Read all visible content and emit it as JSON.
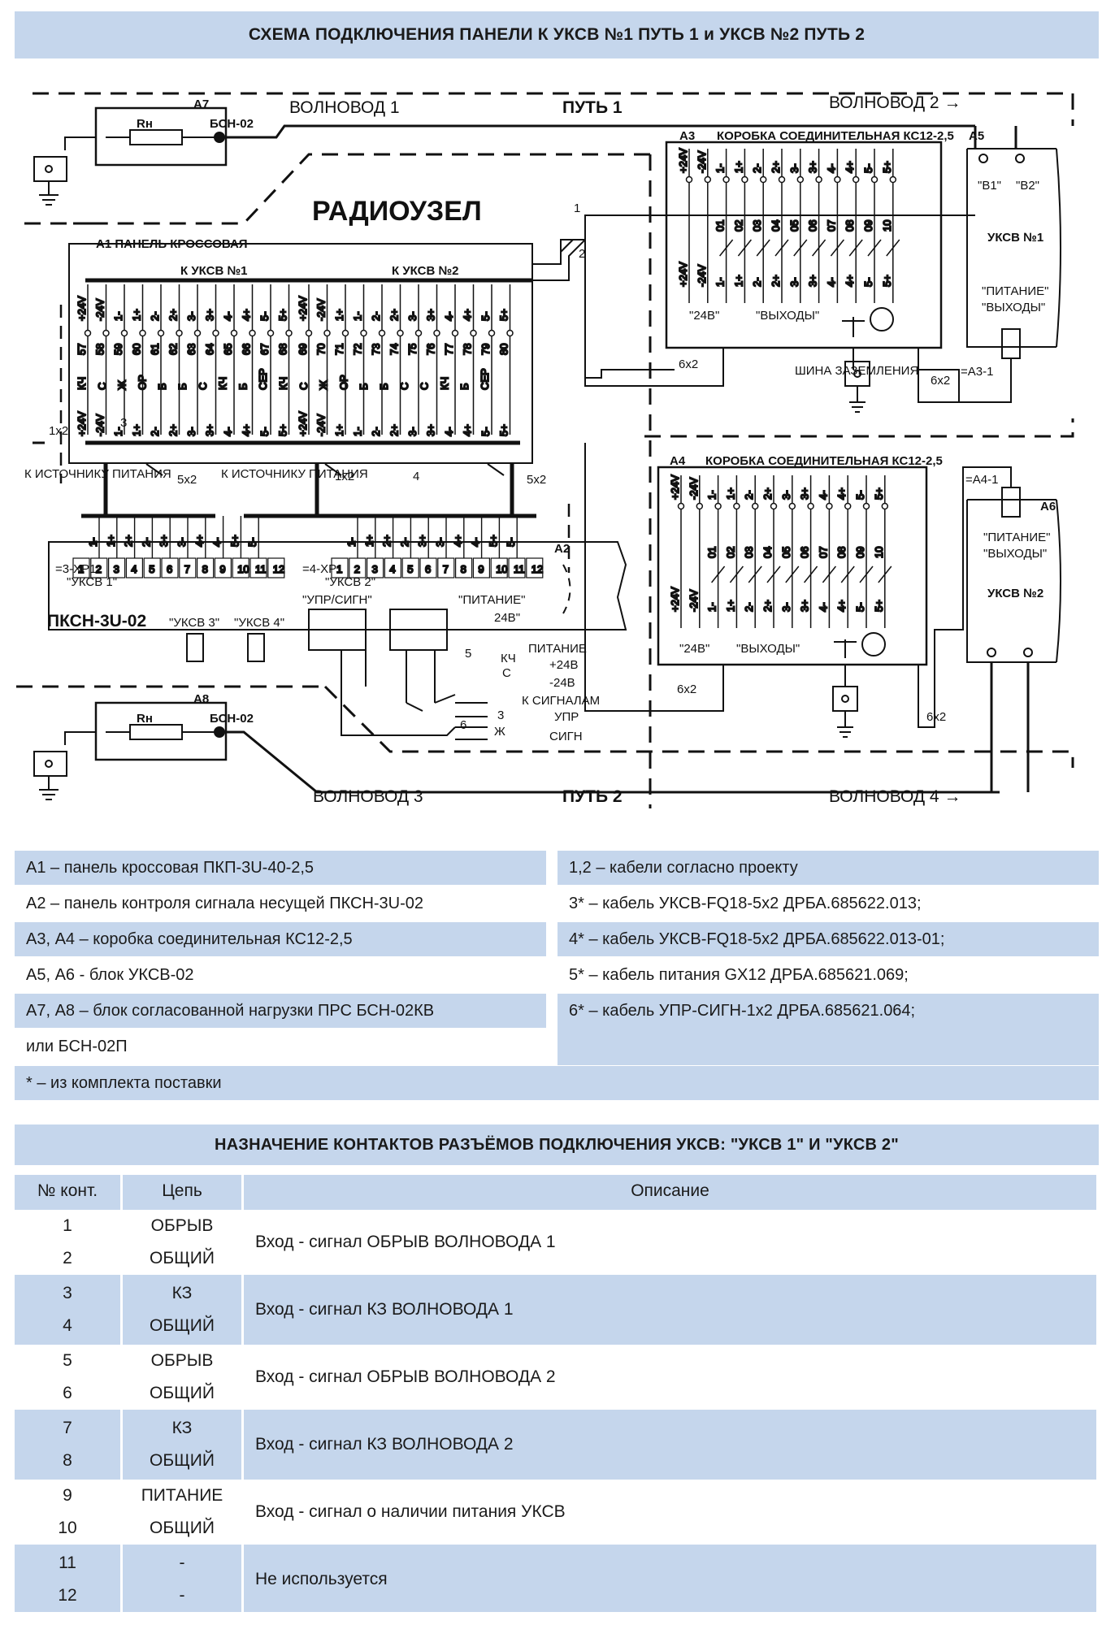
{
  "header": {
    "title": "СХЕМА ПОДКЛЮЧЕНИЯ ПАНЕЛИ К УКСВ №1 ПУТЬ 1 и УКСВ №2 ПУТЬ 2"
  },
  "diagram": {
    "a7_label": "А7",
    "a8_label": "А8",
    "rn": "Rн",
    "bsn": "БСН-02",
    "waveguide1": "ВОЛНОВОД 1",
    "waveguide2": "ВОЛНОВОД 2 →",
    "waveguide3": "ВОЛНОВОД 3",
    "waveguide4": "ВОЛНОВОД 4 →",
    "path1": "ПУТЬ 1",
    "path2": "ПУТЬ 2",
    "radiouzel": "РАДИОУЗЕЛ",
    "a1_label": "А1   ПАНЕЛЬ КРОССОВАЯ",
    "to_uksv1": "К УКСВ №1",
    "to_uksv2": "К УКСВ №2",
    "cable1": "1",
    "cable2": "2",
    "cable3": "3",
    "cable4": "4",
    "cable5": "5",
    "cable6": "6",
    "x1x2": "1х2",
    "x5x2": "5х2",
    "x6x2": "6х2",
    "to_power": "К ИСТОЧНИКУ ПИТАНИЯ",
    "a3_label": "А3",
    "a3_box": "КОРОБКА СОЕДИНИТЕЛЬНАЯ КС12-2,5",
    "a4_label": "А4",
    "a4_box": "КОРОБКА СОЕДИНИТЕЛЬНАЯ КС12-2,5",
    "a5_label": "А5",
    "a6_label": "А6",
    "b1": "\"В1\"",
    "b2": "\"В2\"",
    "uksv1": "УКСВ №1",
    "uksv2": "УКСВ №2",
    "pitanie_q": "\"ПИТАНИЕ\"",
    "vyhody_q": "\"ВЫХОДЫ\"",
    "v24_q": "\"24В\"",
    "ground_bus": "ШИНА ЗАЗЕМЛЕНИЯ",
    "a3_1": "=А3-1",
    "a4_1": "=А4-1",
    "a2_label": "А2",
    "xp1_3": "=3-XP1",
    "xp1_4": "=4-XP1",
    "uksv1_conn": "\"УКСВ 1\"",
    "uksv2_conn": "\"УКСВ 2\"",
    "uksv3_conn": "\"УКСВ 3\"",
    "uksv4_conn": "\"УКСВ 4\"",
    "pksn": "ПКСН-3U-02",
    "upr_sign": "\"УПР/СИГН\"",
    "pitanie_24": "\"ПИТАНИЕ\"",
    "v24": "24В\"",
    "power_label": "ПИТАНИЕ",
    "plus24": "+24В",
    "minus24": "-24В",
    "kch": "КЧ",
    "c": "С",
    "zh": "Ж",
    "three": "3",
    "to_signals": "К СИГНАЛАМ",
    "upr": "УПР",
    "sign": "СИГН",
    "a1_top_pins": [
      "+24V",
      "-24V",
      "1-",
      "1+",
      "2-",
      "2+",
      "3-",
      "3+",
      "4-",
      "4+",
      "5-",
      "5+",
      "+24V",
      "-24V",
      "1+",
      "1-",
      "2-",
      "2+",
      "3-",
      "3+",
      "4-",
      "4+",
      "5-",
      "5+"
    ],
    "a1_nums": [
      "57",
      "58",
      "59",
      "60",
      "61",
      "62",
      "63",
      "64",
      "65",
      "66",
      "67",
      "68",
      "69",
      "70",
      "71",
      "72",
      "73",
      "74",
      "75",
      "76",
      "77",
      "78",
      "79",
      "80"
    ],
    "a1_mid": [
      "КЧ",
      "С",
      "Ж",
      "ОР",
      "Б",
      "Б",
      "С",
      "КЧ",
      "Б",
      "СЕР",
      "КЧ",
      "С",
      "Ж",
      "ОР",
      "Б",
      "Б",
      "С",
      "С",
      "КЧ",
      "Б",
      "СЕР"
    ],
    "a1_bottom_pins": [
      "+24V",
      "-24V",
      "1-",
      "1+",
      "2-",
      "2+",
      "3-",
      "3+",
      "4-",
      "4+",
      "5-",
      "5+",
      "+24V",
      "-24V",
      "1+",
      "1-",
      "2-",
      "2+",
      "3-",
      "3+",
      "4-",
      "4+",
      "5-",
      "5+"
    ],
    "box_top_pins": [
      "+24V",
      "-24V",
      "1-",
      "1+",
      "2-",
      "2+",
      "3-",
      "3+",
      "4-",
      "4+",
      "5-",
      "5+"
    ],
    "box_nums": [
      "01",
      "02",
      "03",
      "04",
      "05",
      "06",
      "07",
      "08",
      "09",
      "10"
    ],
    "conn_pins": [
      "1",
      "2",
      "3",
      "4",
      "5",
      "6",
      "7",
      "8",
      "9",
      "10",
      "11",
      "12"
    ],
    "a2_top_pins": [
      "1-",
      "1+",
      "2+",
      "2-",
      "3+",
      "3-",
      "4+",
      "4-",
      "5+",
      "5-"
    ]
  },
  "legend": {
    "left": [
      "А1 – панель кроссовая ПКП-3U-40-2,5",
      "А2 – панель контроля сигнала несущей ПКСН-3U-02",
      "А3, А4 – коробка соединительная КС12-2,5",
      "А5, А6 - блок УКСВ-02",
      "А7, А8 – блок согласованной нагрузки ПРС БСН-02КВ",
      "или БСН-02П"
    ],
    "right": [
      "1,2 – кабели согласно проекту",
      "3* – кабель УКСВ-FQ18-5х2 ДРБА.685622.013;",
      "4* – кабель УКСВ-FQ18-5х2 ДРБА.685622.013-01;",
      "5* – кабель питания GX12 ДРБА.685621.069;",
      "6* – кабель УПР-СИГН-1х2 ДРБА.685621.064;"
    ],
    "footnote": "* – из комплекта поставки"
  },
  "pins_section": {
    "title": "НАЗНАЧЕНИЕ КОНТАКТОВ РАЗЪЁМОВ ПОДКЛЮЧЕНИЯ УКСВ: \"УКСВ 1\" И \"УКСВ 2\"",
    "headers": [
      "№ конт.",
      "Цепь",
      "Описание"
    ],
    "rows": [
      {
        "num": "1",
        "circuit": "ОБРЫВ",
        "desc": "Вход - сигнал ОБРЫВ ВОЛНОВОДА 1"
      },
      {
        "num": "2",
        "circuit": "ОБЩИЙ",
        "desc": ""
      },
      {
        "num": "3",
        "circuit": "КЗ",
        "desc": "Вход - сигнал КЗ ВОЛНОВОДА 1"
      },
      {
        "num": "4",
        "circuit": "ОБЩИЙ",
        "desc": ""
      },
      {
        "num": "5",
        "circuit": "ОБРЫВ",
        "desc": "Вход - сигнал ОБРЫВ ВОЛНОВОДА 2"
      },
      {
        "num": "6",
        "circuit": "ОБЩИЙ",
        "desc": ""
      },
      {
        "num": "7",
        "circuit": "КЗ",
        "desc": "Вход - сигнал КЗ ВОЛНОВОДА 2"
      },
      {
        "num": "8",
        "circuit": "ОБЩИЙ",
        "desc": ""
      },
      {
        "num": "9",
        "circuit": "ПИТАНИЕ",
        "desc": "Вход - сигнал о наличии питания УКСВ"
      },
      {
        "num": "10",
        "circuit": "ОБЩИЙ",
        "desc": ""
      },
      {
        "num": "11",
        "circuit": "-",
        "desc": "Не используется"
      },
      {
        "num": "12",
        "circuit": "-",
        "desc": ""
      }
    ]
  }
}
